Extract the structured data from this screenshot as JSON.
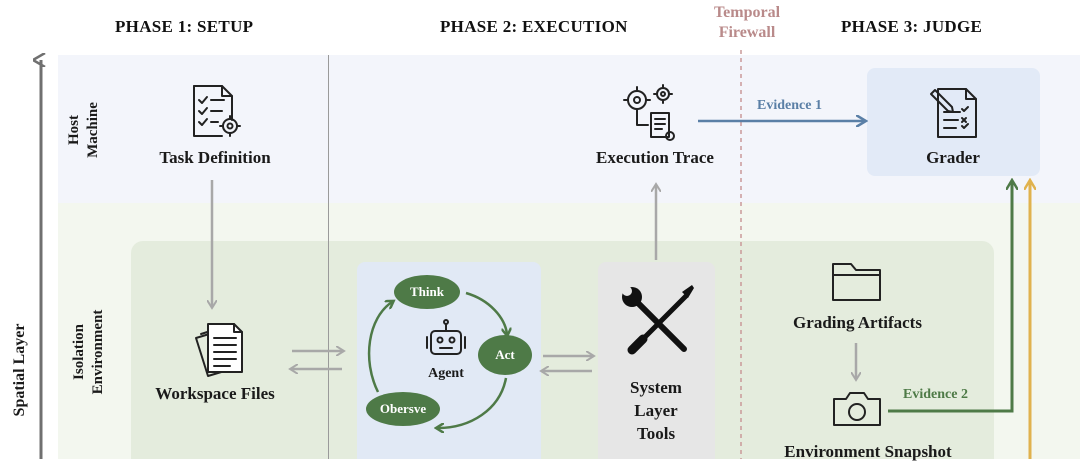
{
  "phases": {
    "setup": "PHASE 1: SETUP",
    "execution": "PHASE 2: EXECUTION",
    "judge": "PHASE 3: JUDGE"
  },
  "firewall": {
    "line1": "Temporal",
    "line2": "Firewall"
  },
  "axis": {
    "label": "Spatial Layer"
  },
  "layers": {
    "host_line1": "Host",
    "host_line2": "Machine",
    "iso_line1": "Isolation",
    "iso_line2": "Environment"
  },
  "nodes": {
    "task_definition": "Task Definition",
    "execution_trace": "Execution Trace",
    "grader": "Grader",
    "workspace_files": "Workspace Files",
    "agent": "Agent",
    "think": "Think",
    "act": "Act",
    "observe": "Obersve",
    "tools_line1": "System",
    "tools_line2": "Layer",
    "tools_line3": "Tools",
    "grading_artifacts": "Grading Artifacts",
    "environment_snapshot": "Environment Snapshot"
  },
  "evidence": {
    "e1": "Evidence 1",
    "e2": "Evidence 2"
  },
  "colors": {
    "host_band": "#f3f5fb",
    "iso_band": "#f3f7ef",
    "iso_box": "#e4ecdd",
    "agent_box": "#e1e9f5",
    "tools_box": "#e6e6e6",
    "grader_box": "#e2eaf7",
    "loop_green": "#4e7a47",
    "evidence1": "#5a7fa6",
    "evidence2": "#4e7a47",
    "gold": "#e0b24e",
    "gray_arrow": "#a8a8a8",
    "firewall": "#b98a8a"
  },
  "icons": [
    "checklist-gear-icon",
    "gears-document-icon",
    "grading-document-icon",
    "documents-stack-icon",
    "robot-icon",
    "wrench-screwdriver-icon",
    "folder-icon",
    "camera-icon"
  ]
}
